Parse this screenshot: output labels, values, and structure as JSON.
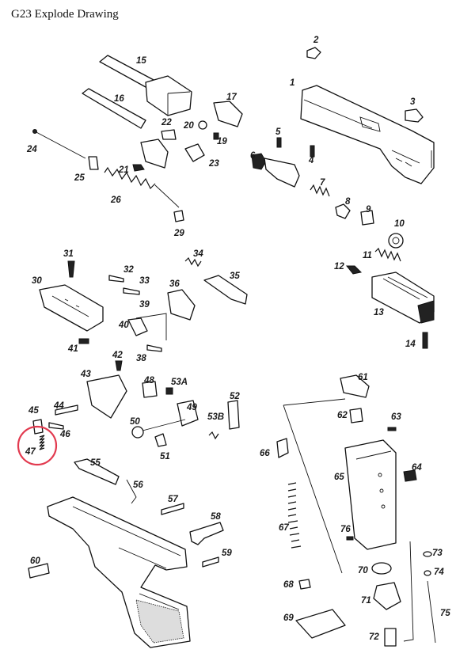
{
  "title": "G23 Explode Drawing",
  "labels": [
    "1",
    "2",
    "3",
    "4",
    "5",
    "6",
    "7",
    "8",
    "9",
    "10",
    "11",
    "12",
    "13",
    "14",
    "15",
    "16",
    "17",
    "19",
    "20",
    "21",
    "22",
    "23",
    "24",
    "25",
    "26",
    "29",
    "30",
    "31",
    "32",
    "33",
    "34",
    "35",
    "36",
    "38",
    "39",
    "40",
    "41",
    "42",
    "43",
    "44",
    "45",
    "46",
    "47",
    "48",
    "49",
    "50",
    "51",
    "52",
    "53A",
    "53B",
    "55",
    "56",
    "57",
    "58",
    "59",
    "60",
    "61",
    "62",
    "63",
    "64",
    "65",
    "66",
    "67",
    "68",
    "69",
    "70",
    "71",
    "72",
    "73",
    "74",
    "75",
    "76"
  ],
  "highlight": {
    "color": "#e23a4f",
    "label": "47"
  },
  "colors": {
    "line": "#111111",
    "background": "#ffffff"
  }
}
